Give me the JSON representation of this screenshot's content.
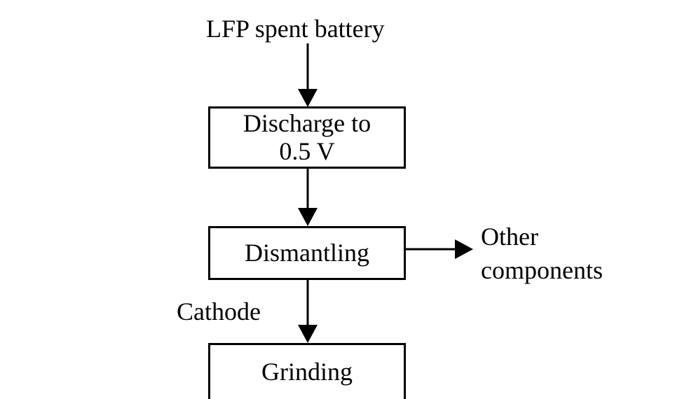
{
  "flowchart": {
    "input": "LFP spent battery",
    "steps": [
      {
        "line1": "Discharge to",
        "line2": "0.5 V"
      },
      {
        "line1": "Dismantling"
      },
      {
        "line1": "Grinding"
      }
    ],
    "side_output": {
      "line1": "Other",
      "line2": "components"
    },
    "edge_label": "Cathode"
  }
}
